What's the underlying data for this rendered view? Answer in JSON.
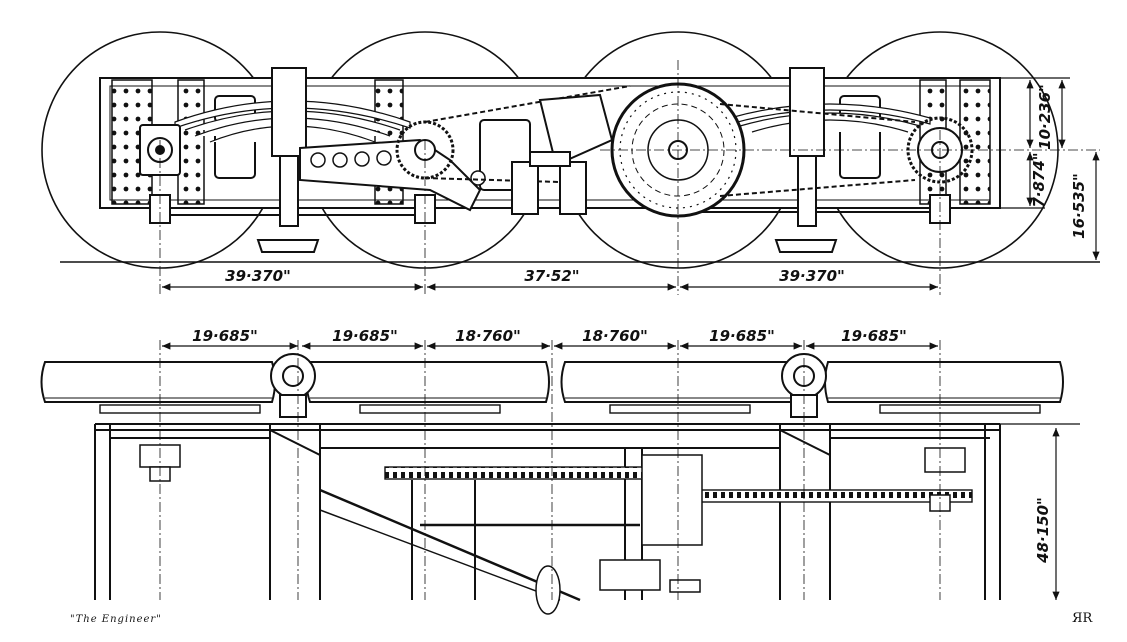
{
  "side_view": {
    "axle_spacings": [
      "39·370\"",
      "37·52\"",
      "39·370\""
    ],
    "vertical_dims": [
      "7·874\"",
      "10·236\"",
      "16·535\""
    ]
  },
  "plan_view": {
    "spacings": [
      "19·685\"",
      "19·685\"",
      "18·760\"",
      "18·760\"",
      "19·685\"",
      "19·685\""
    ],
    "height_dim": "48·150\""
  },
  "caption": "\"The Engineer\"",
  "mark": "ЯR"
}
